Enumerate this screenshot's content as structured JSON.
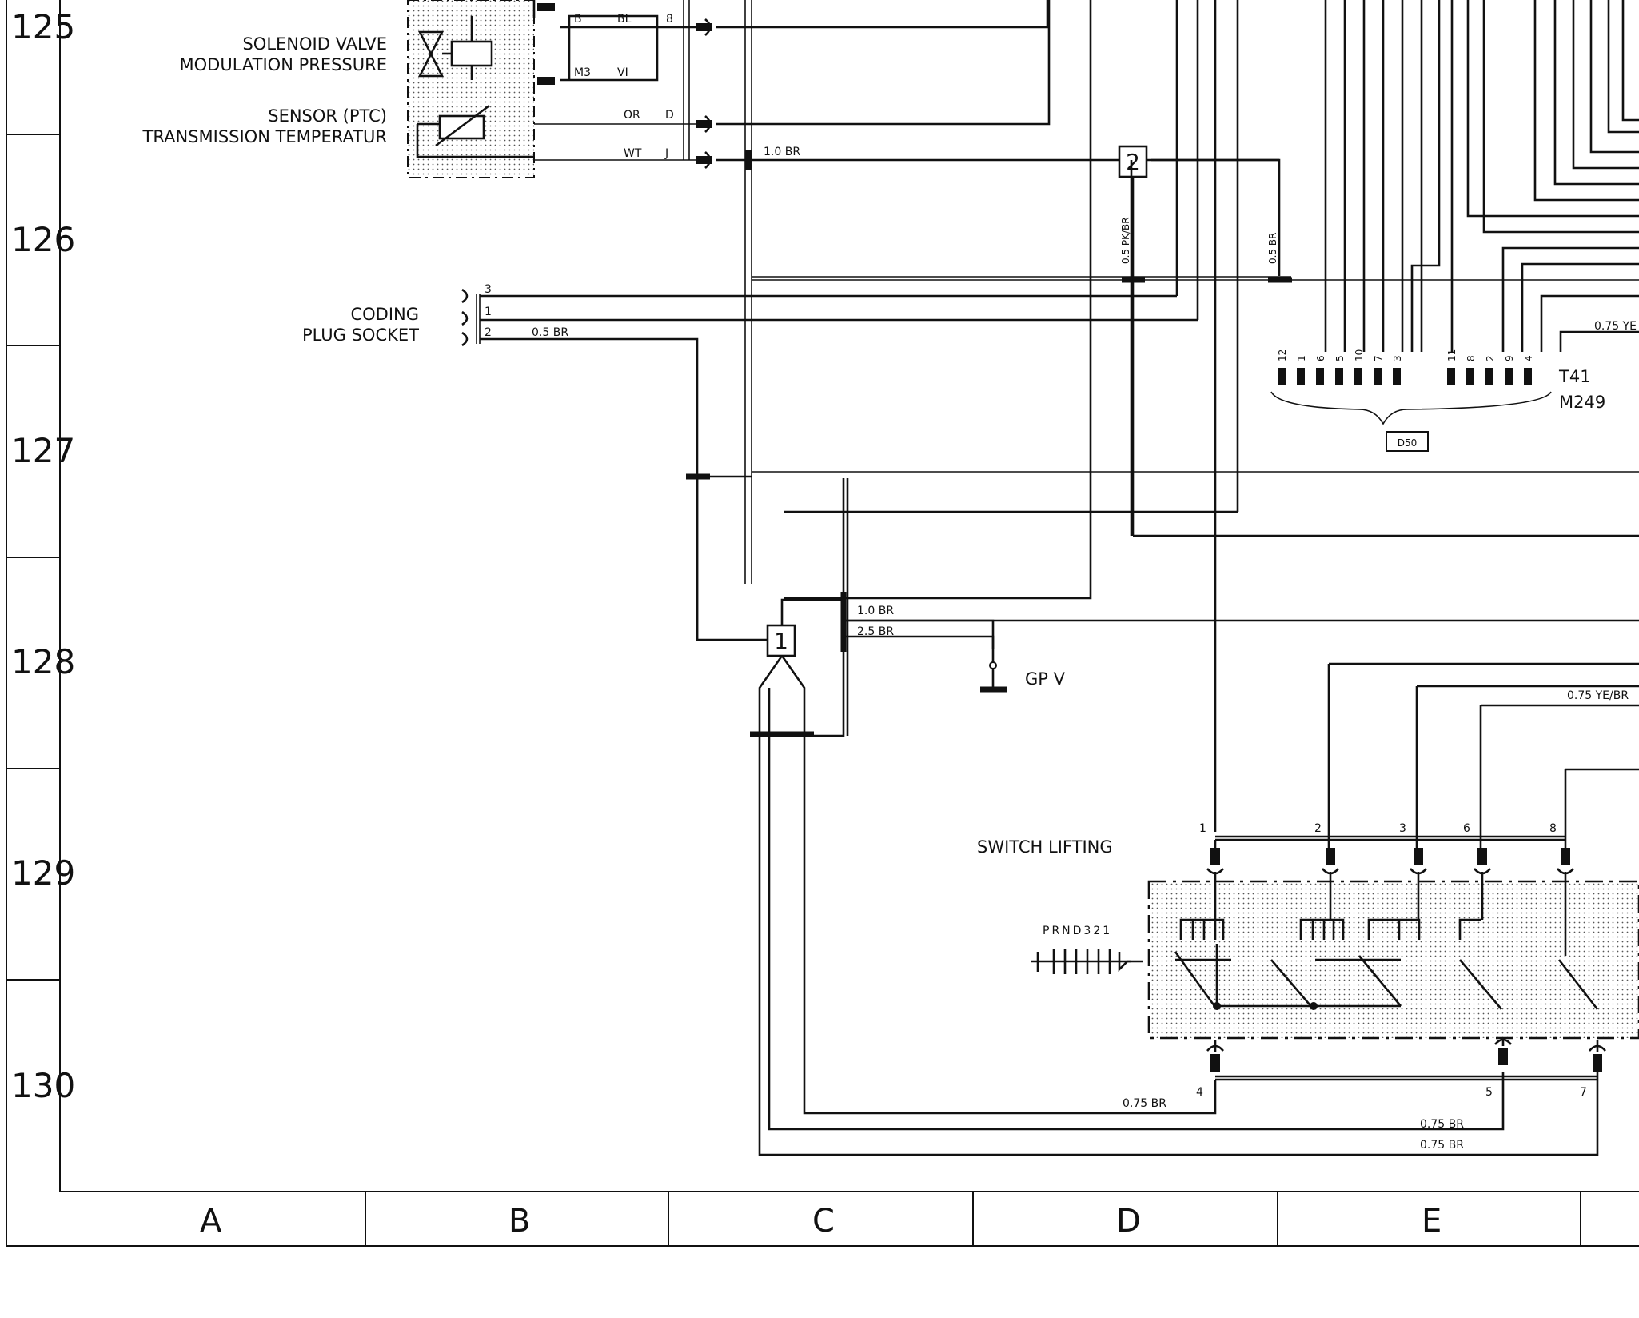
{
  "rows": [
    "125",
    "126",
    "127",
    "128",
    "129",
    "130"
  ],
  "columns": [
    "A",
    "B",
    "C",
    "D",
    "E"
  ],
  "components": {
    "solenoid_valve": [
      "SOLENOID VALVE",
      "MODULATION PRESSURE"
    ],
    "sensor_ptc": [
      "SENSOR (PTC)",
      "TRANSMISSION TEMPERATUR"
    ],
    "coding_plug": [
      "CODING",
      "PLUG SOCKET"
    ],
    "switch_lifting": "SWITCH LIFTING",
    "prnd": "PRND321",
    "ground": "GP V",
    "connector_t41": "T41",
    "connector_m249": "M249",
    "connector_d50": "D50"
  },
  "pins": {
    "sol_b": "B",
    "sol_bl": "BL",
    "sol_8": "8",
    "sol_m3": "M3",
    "sol_vi": "VI",
    "sens_or": "OR",
    "sens_d": "D",
    "sens_wt": "WT",
    "sens_j": "J",
    "coding": [
      "3",
      "1",
      "2"
    ],
    "t41": [
      "12",
      "1",
      "6",
      "5",
      "10",
      "7",
      "3",
      "11",
      "8",
      "2",
      "9",
      "4"
    ],
    "switch_top": [
      "1",
      "2",
      "3",
      "6",
      "8"
    ],
    "switch_bottom": [
      "4",
      "5",
      "7"
    ]
  },
  "splices": [
    "1",
    "2"
  ],
  "wires": {
    "w1": "1.0 BR",
    "w2": "0.5 BR",
    "w3": "0.5 PK/BR",
    "w4": "0.5 BR",
    "w5": "0.75 YE",
    "w6": "1.0 BR",
    "w7": "2.5 BR",
    "w8": "0.75 YE/BR",
    "w9": "0.75 BR",
    "w10": "0.75 BR",
    "w11": "0.75 BR"
  }
}
